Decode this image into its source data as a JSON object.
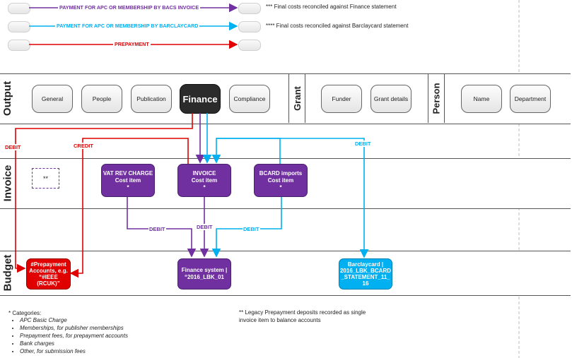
{
  "legend": [
    {
      "label": "PAYMENT FOR APC OR MEMBERSHIP BY BACS INVOICE",
      "color": "#7030a0"
    },
    {
      "label": "PAYMENT FOR APC OR MEMBERSHIP BY BARCLAYCARD",
      "color": "#00b0f0"
    },
    {
      "label": "PREPAYMENT",
      "color": "#e00000"
    }
  ],
  "notes": {
    "finance": "*** Final costs reconciled against Finance statement",
    "barclaycard": "**** Final costs reconciled against Barclaycard statement"
  },
  "bands": {
    "output": "Output",
    "invoice": "Invoice",
    "budget": "Budget",
    "grant": "Grant",
    "person": "Person"
  },
  "output_tabs": [
    "General",
    "People",
    "Publication",
    "Finance",
    "Compliance"
  ],
  "grant_tabs": [
    "Funder",
    "Grant details"
  ],
  "person_tabs": [
    "Name",
    "Department"
  ],
  "legacy_box": "**",
  "invoice_nodes": {
    "vat": {
      "line1": "VAT REV CHARGE",
      "line2": "Cost item",
      "line3": "*"
    },
    "invoice": {
      "line1": "INVOICE",
      "line2": "Cost item",
      "line3": "*"
    },
    "bcard": {
      "line1": "BCARD imports",
      "line2": "Cost item",
      "line3": "*"
    }
  },
  "budget_nodes": {
    "prepayment": {
      "line1": "#Prepayment",
      "line2": "Accounts, e.g.",
      "line3": "“#IEEE",
      "line4": "(RCUK)”"
    },
    "finance": {
      "line1": "Finance system |",
      "line2": "“2016_LBK_01"
    },
    "barclaycard": {
      "line1": "Barclaycard |",
      "line2": "2016_LBK_BCARD",
      "line3": "_STATEMENT_11_",
      "line4": "16"
    }
  },
  "edge_labels": {
    "debit_red": "DEBIT",
    "credit_red": "CREDIT",
    "debit_cyan_top": "DEBIT",
    "debit_vat": "DEBIT",
    "debit_invoice": "DEBIT",
    "debit_bcard": "DEBIT"
  },
  "footer": {
    "title": "* Categories:",
    "items": [
      "APC Basic Charge",
      "Memberships, for publisher memberships",
      "Prepayment fees, for prepayment accounts",
      "Bank charges",
      "Other, for submission fees"
    ],
    "legacy_note_line1": "** Legacy Prepayment deposits recorded as single",
    "legacy_note_line2": "invoice item to balance accounts"
  },
  "colors": {
    "purple": "#7030a0",
    "cyan": "#00b0f0",
    "red": "#e00000"
  }
}
